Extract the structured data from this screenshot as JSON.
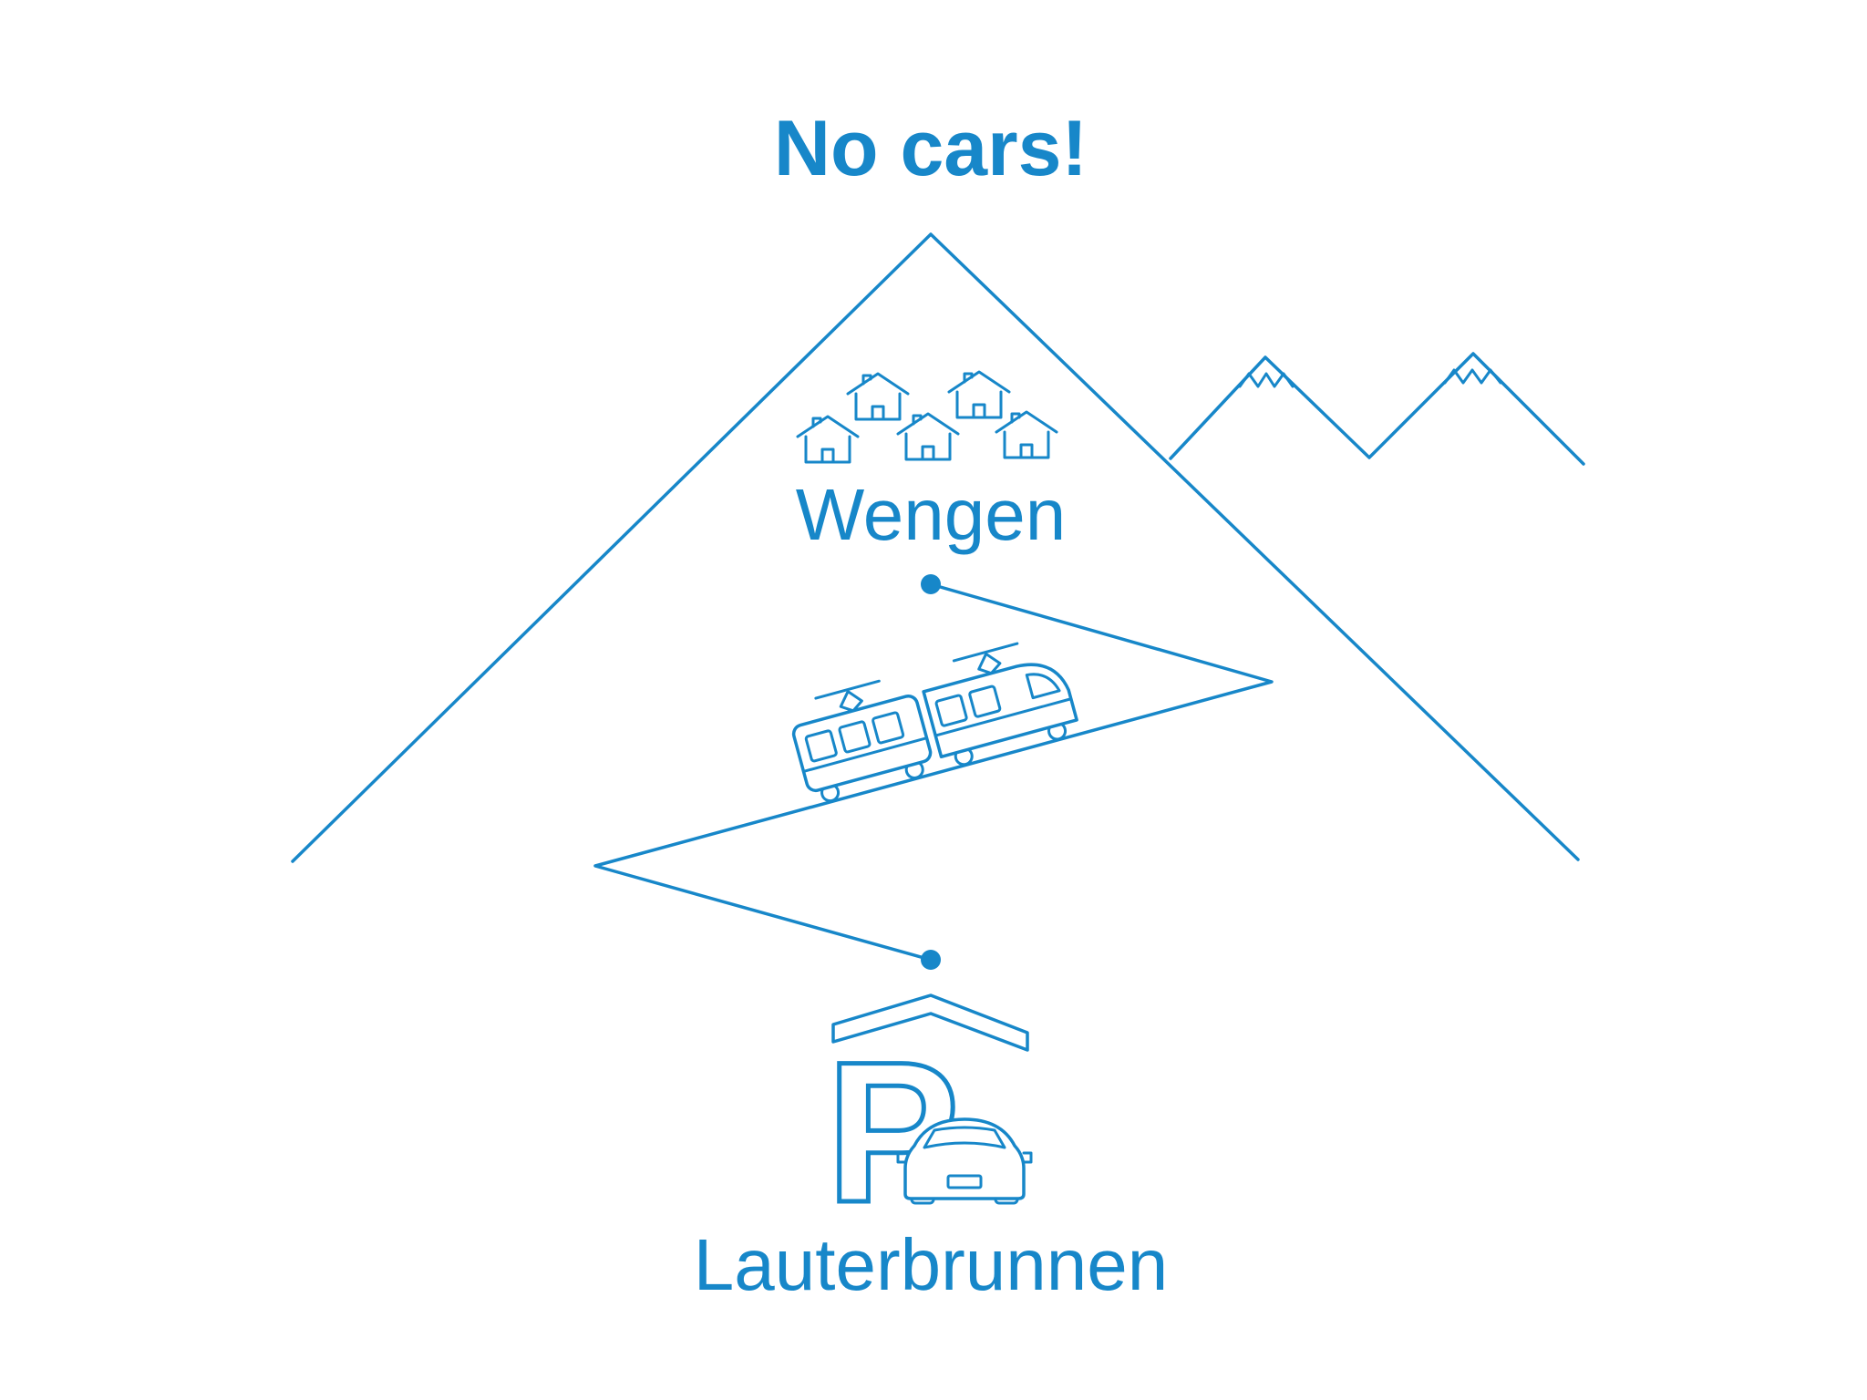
{
  "title": "No cars!",
  "labels": {
    "top_village": "Wengen",
    "bottom_village": "Lauterbrunnen"
  },
  "parking": {
    "letter": "P"
  },
  "colors": {
    "accent": "#1787c9",
    "background": "#ffffff"
  },
  "icons": {
    "large_mountain": "mountain-outline-icon",
    "small_peaks": "snowcapped-peaks-icon",
    "village": "house-icon",
    "railway": "zigzag-rail-line",
    "train": "cog-railway-train-icon",
    "stations": "station-dot",
    "parking": "parking-garage-icon",
    "car": "car-front-icon"
  }
}
